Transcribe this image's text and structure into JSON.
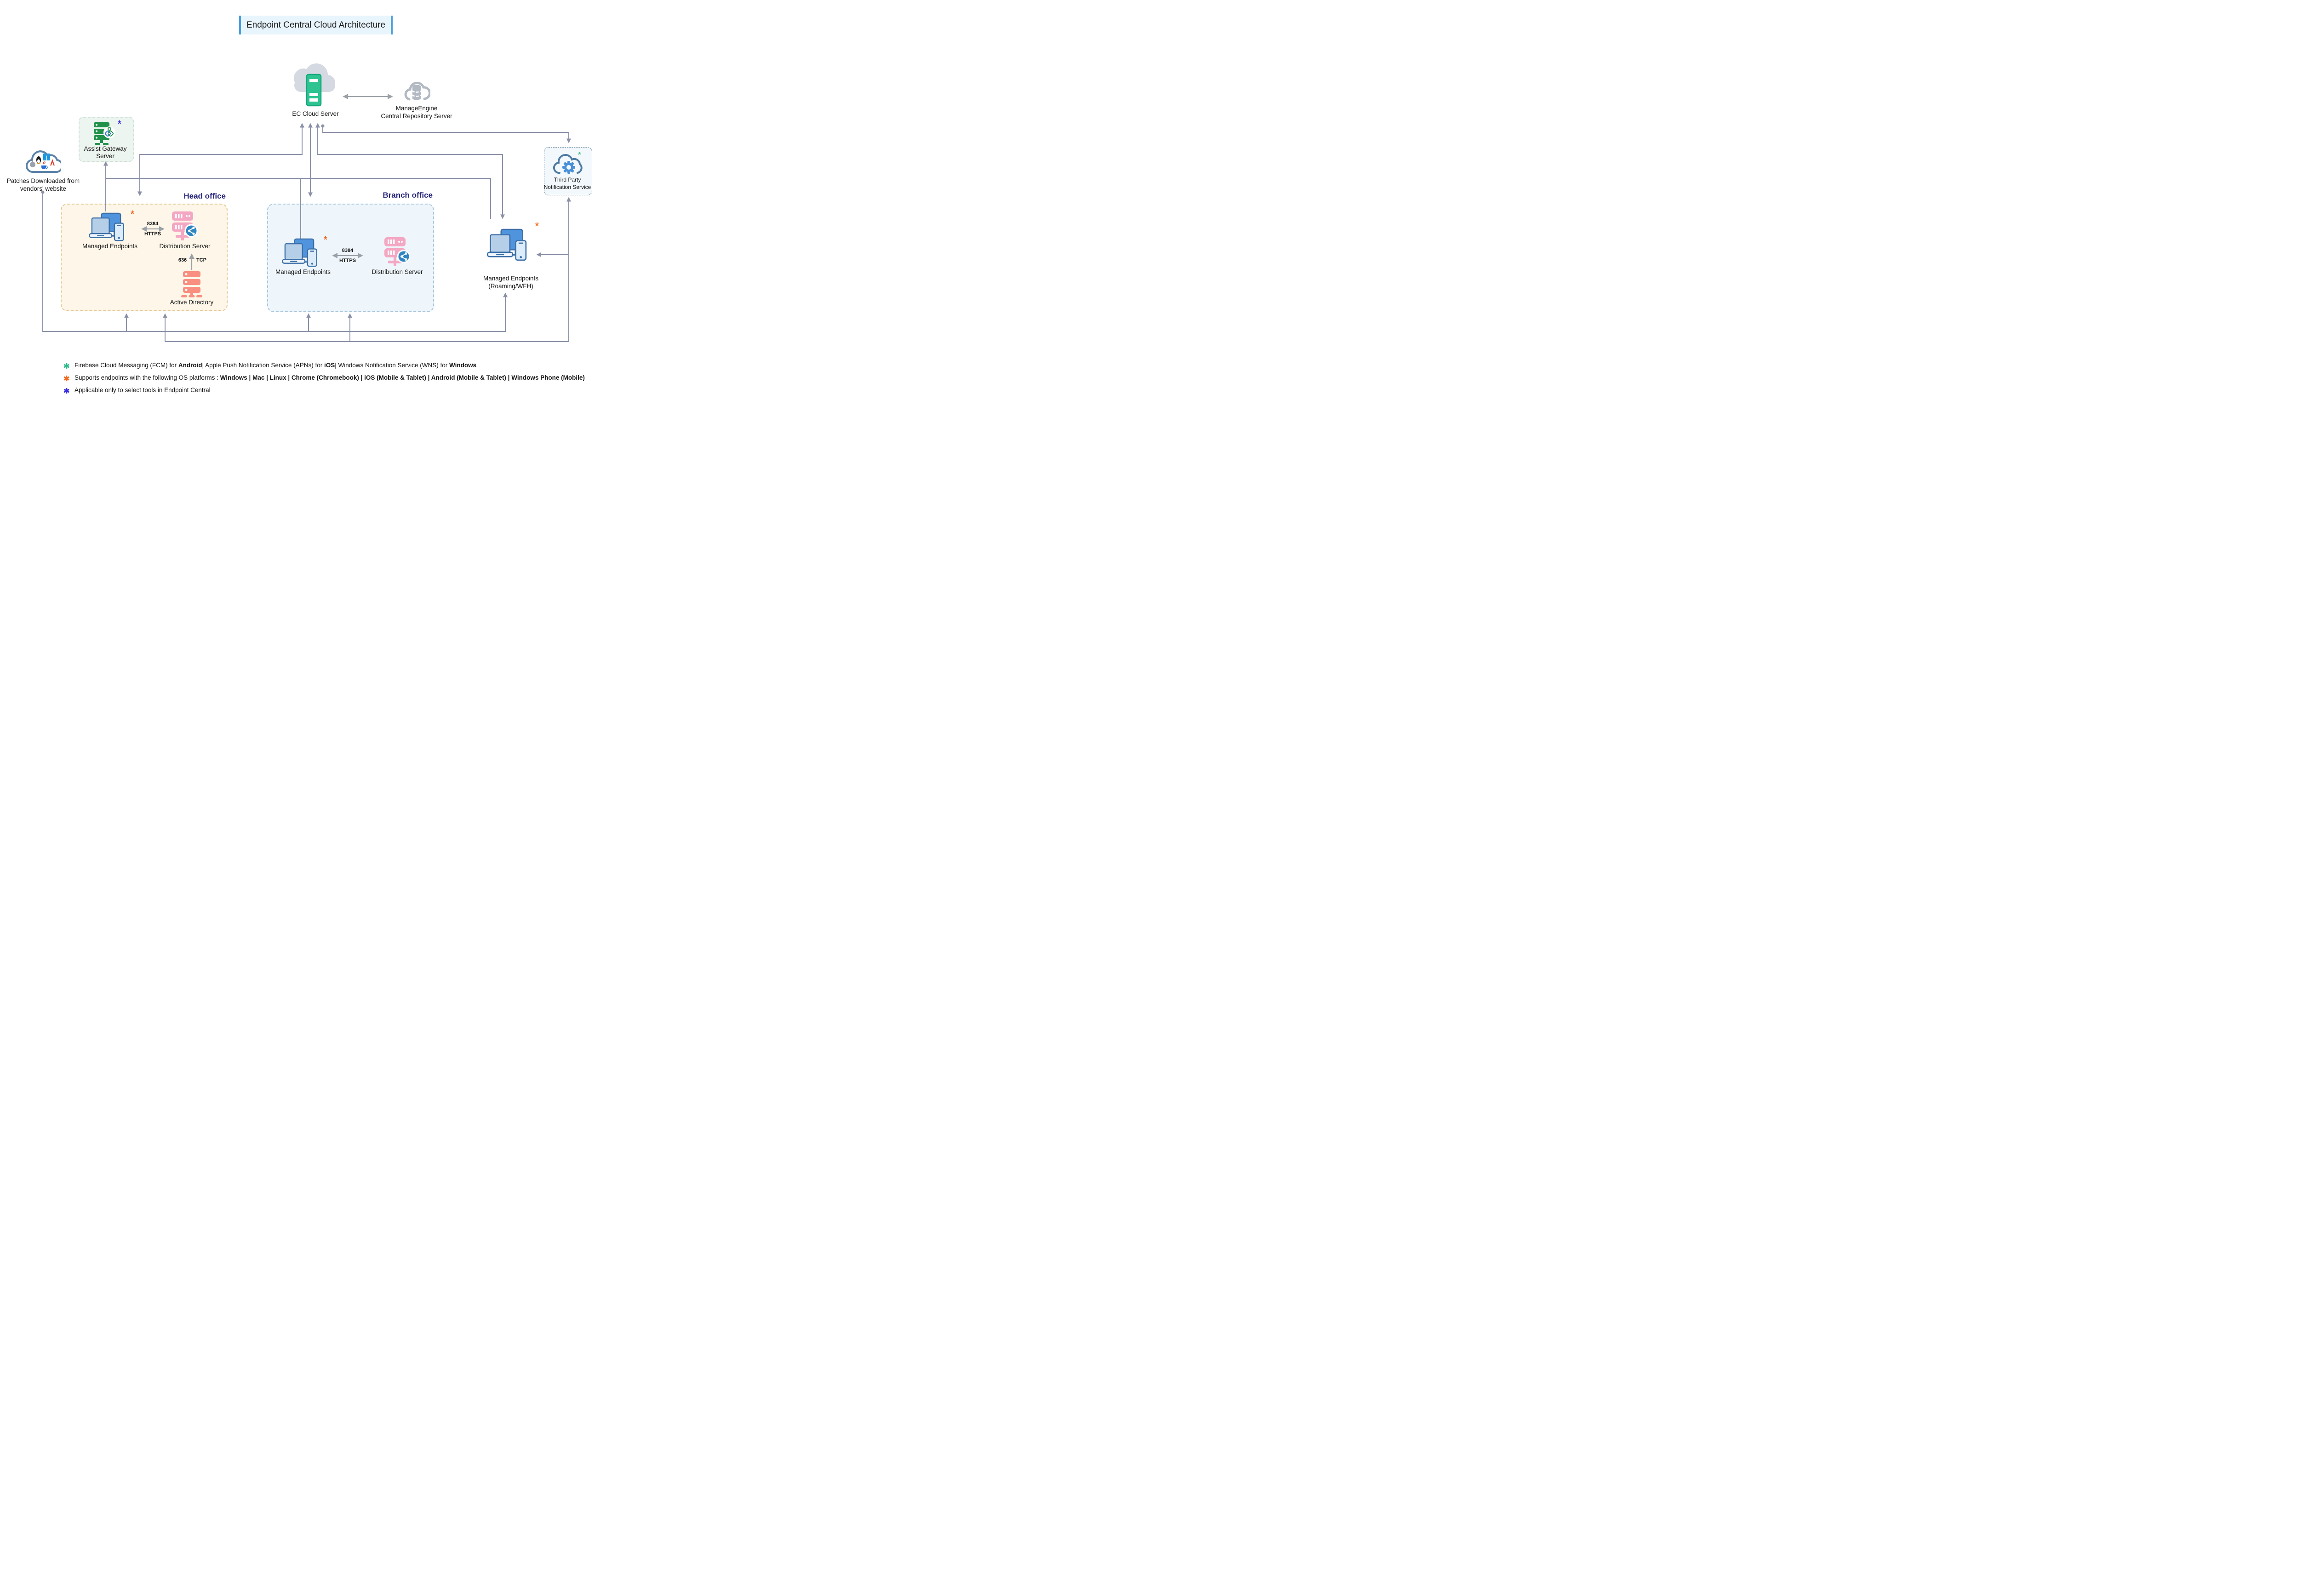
{
  "title": "Endpoint Central Cloud Architecture",
  "nodes": {
    "ec_cloud_server": {
      "label": "EC Cloud Server"
    },
    "central_repository": {
      "label_line1": "ManageEngine",
      "label_line2": "Central Repository Server"
    },
    "assist_gateway": {
      "label_line1": "Assist Gateway",
      "label_line2": "Server",
      "asterisk": "*"
    },
    "patches_source": {
      "label_line1": "Patches Downloaded from",
      "label_line2": "vendors' website"
    },
    "third_party_notification": {
      "label_line1": "Third Party",
      "label_line2": "Notification Service",
      "asterisk": "*"
    },
    "roaming_endpoints": {
      "label_line1": "Managed Endpoints",
      "label_line2": "(Roaming/WFH)",
      "asterisk": "*"
    }
  },
  "head_office": {
    "title": "Head office",
    "managed_endpoints_label": "Managed Endpoints",
    "managed_endpoints_asterisk": "*",
    "distribution_server_label": "Distribution Server",
    "active_directory_label": "Active Directory",
    "endpoint_ds_port": "8384",
    "endpoint_ds_protocol": "HTTPS",
    "ad_port": "636",
    "ad_protocol": "TCP"
  },
  "branch_office": {
    "title": "Branch office",
    "managed_endpoints_label": "Managed Endpoints",
    "managed_endpoints_asterisk": "*",
    "distribution_server_label": "Distribution Server",
    "endpoint_ds_port": "8384",
    "endpoint_ds_protocol": "HTTPS"
  },
  "footnotes": [
    {
      "marker": "✱",
      "marker_color": "#2eb98a",
      "segments": [
        {
          "text": "Firebase Cloud Messaging (FCM) for ",
          "bold": false
        },
        {
          "text": "Android",
          "bold": true
        },
        {
          "text": "| Apple Push Notification Service (APNs) for ",
          "bold": false
        },
        {
          "text": "iOS",
          "bold": true
        },
        {
          "text": "| Windows Notification Service (WNS) for ",
          "bold": false
        },
        {
          "text": "Windows",
          "bold": true
        }
      ]
    },
    {
      "marker": "✱",
      "marker_color": "#f26a21",
      "segments": [
        {
          "text": "Supports endpoints with the following OS platforms :  ",
          "bold": false
        },
        {
          "text": "Windows | Mac | Linux | Chrome (Chromebook) | iOS (Mobile & Tablet) | Android (Mobile & Tablet) | Windows Phone (Mobile)",
          "bold": true
        }
      ]
    },
    {
      "marker": "✱",
      "marker_color": "#3a2ee0",
      "segments": [
        {
          "text": "Applicable only to select tools in Endpoint Central",
          "bold": false
        }
      ]
    }
  ],
  "colors": {
    "connector_line": "#8a90a8",
    "device_link_line": "#9aa0a6",
    "office_title": "#26247b",
    "title_accent": "#4aa0dc",
    "asterisk_blue": "#3a2ee0",
    "asterisk_orange": "#f26a21",
    "asterisk_green": "#4fc48f",
    "ec_server_green": "#2ec492",
    "distribution_pink": "#f4a7c3",
    "active_directory_salmon": "#f98f80"
  }
}
